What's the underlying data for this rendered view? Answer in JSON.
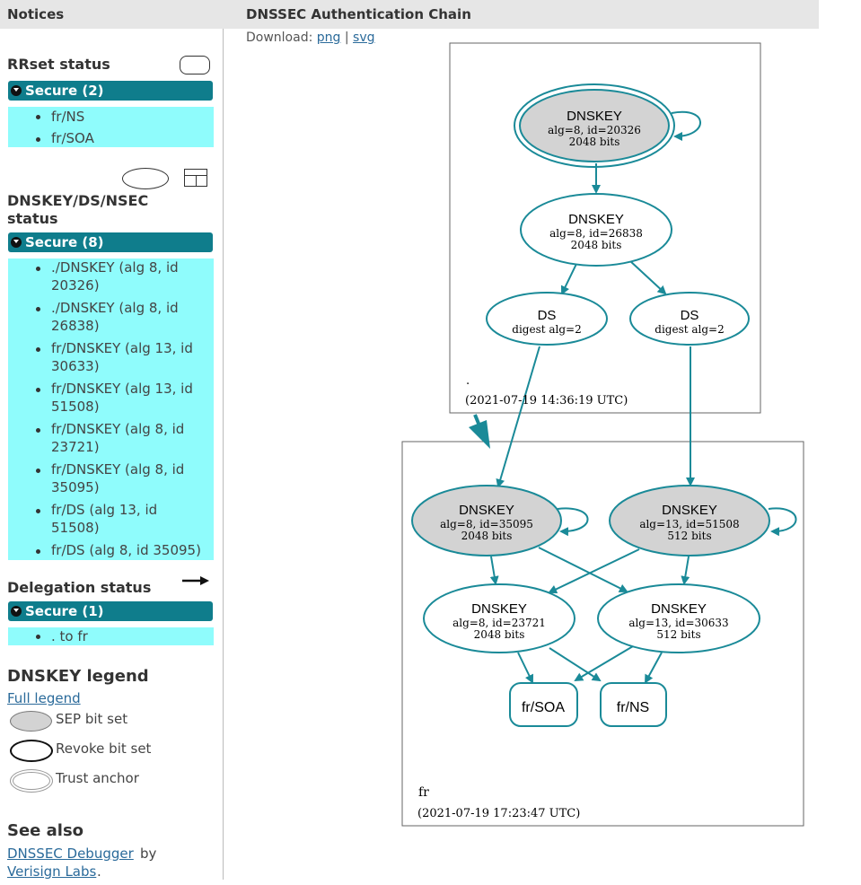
{
  "header": {
    "notices_title": "Notices",
    "chain_title": "DNSSEC Authentication Chain"
  },
  "download": {
    "label": "Download:",
    "png": "png",
    "sep": "|",
    "svg": "svg"
  },
  "rrset": {
    "heading": "RRset status",
    "bar_label": "Secure (2)",
    "items": [
      "fr/NS",
      "fr/SOA"
    ]
  },
  "dnskey_status": {
    "heading_line1": "DNSKEY/DS/NSEC",
    "heading_line2": "status",
    "bar_label": "Secure (8)",
    "items": [
      {
        "l1": "./DNSKEY (alg 8, id",
        "l2": "20326)"
      },
      {
        "l1": "./DNSKEY (alg 8, id",
        "l2": "26838)"
      },
      {
        "l1": "fr/DNSKEY (alg 13, id",
        "l2": "30633)"
      },
      {
        "l1": "fr/DNSKEY (alg 13, id",
        "l2": "51508)"
      },
      {
        "l1": "fr/DNSKEY (alg 8, id",
        "l2": "23721)"
      },
      {
        "l1": "fr/DNSKEY (alg 8, id",
        "l2": "35095)"
      },
      {
        "l1": "fr/DS (alg 13, id",
        "l2": "51508)"
      },
      {
        "l1": "fr/DS (alg 8, id 35095)",
        "l2": ""
      }
    ]
  },
  "delegation": {
    "heading": "Delegation status",
    "bar_label": "Secure (1)",
    "items": [
      ". to fr"
    ]
  },
  "legend": {
    "heading": "DNSKEY legend",
    "full_legend": "Full legend",
    "sep": "SEP bit set",
    "revoke": "Revoke bit set",
    "trust": "Trust anchor"
  },
  "see_also": {
    "heading": "See also",
    "debugger": "DNSSEC Debugger",
    "by": "by",
    "verisign": "Verisign Labs",
    "period": "."
  },
  "graph": {
    "root_zone": {
      "name": ".",
      "timestamp": "(2021-07-19 14:36:19 UTC)",
      "ksk": {
        "title": "DNSKEY",
        "line1": "alg=8, id=20326",
        "line2": "2048 bits"
      },
      "zsk": {
        "title": "DNSKEY",
        "line1": "alg=8, id=26838",
        "line2": "2048 bits"
      },
      "ds1": {
        "title": "DS",
        "line1": "digest alg=2"
      },
      "ds2": {
        "title": "DS",
        "line1": "digest alg=2"
      }
    },
    "fr_zone": {
      "name": "fr",
      "timestamp": "(2021-07-19 17:23:47 UTC)",
      "ksk1": {
        "title": "DNSKEY",
        "line1": "alg=8, id=35095",
        "line2": "2048 bits"
      },
      "ksk2": {
        "title": "DNSKEY",
        "line1": "alg=13, id=51508",
        "line2": "512 bits"
      },
      "zsk1": {
        "title": "DNSKEY",
        "line1": "alg=8, id=23721",
        "line2": "2048 bits"
      },
      "zsk2": {
        "title": "DNSKEY",
        "line1": "alg=13, id=30633",
        "line2": "512 bits"
      },
      "soa": "fr/SOA",
      "ns": "fr/NS"
    },
    "colors": {
      "edge": "#1a8a98",
      "sep_fill": "#d3d3d3",
      "zone_border": "#666666"
    }
  }
}
